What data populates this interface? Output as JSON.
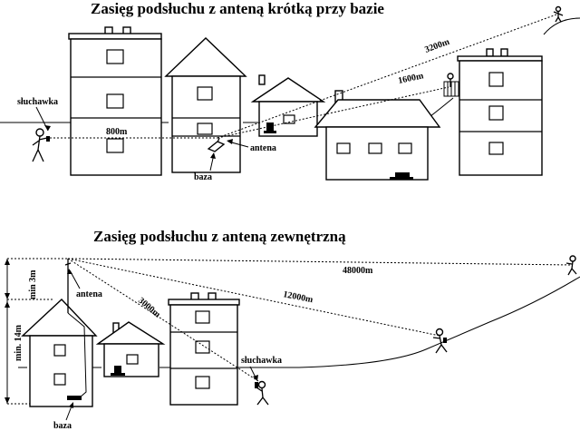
{
  "top": {
    "title": "Zasięg podsłuchu z anteną krótką przy bazie",
    "labels": {
      "handset": "słuchawka",
      "range_800": "800m",
      "range_1600": "1600m",
      "range_3200": "3200m",
      "antenna": "antena",
      "base": "baza"
    }
  },
  "bottom": {
    "title": "Zasięg podsłuchu z anteną zewnętrzną",
    "labels": {
      "min_3m": "min 3m",
      "min_14m": "min. 14m",
      "antenna": "antena",
      "range_3000": "3000m",
      "range_12000": "12000m",
      "range_48000": "48000m",
      "handset": "słuchawka",
      "base": "baza"
    }
  }
}
